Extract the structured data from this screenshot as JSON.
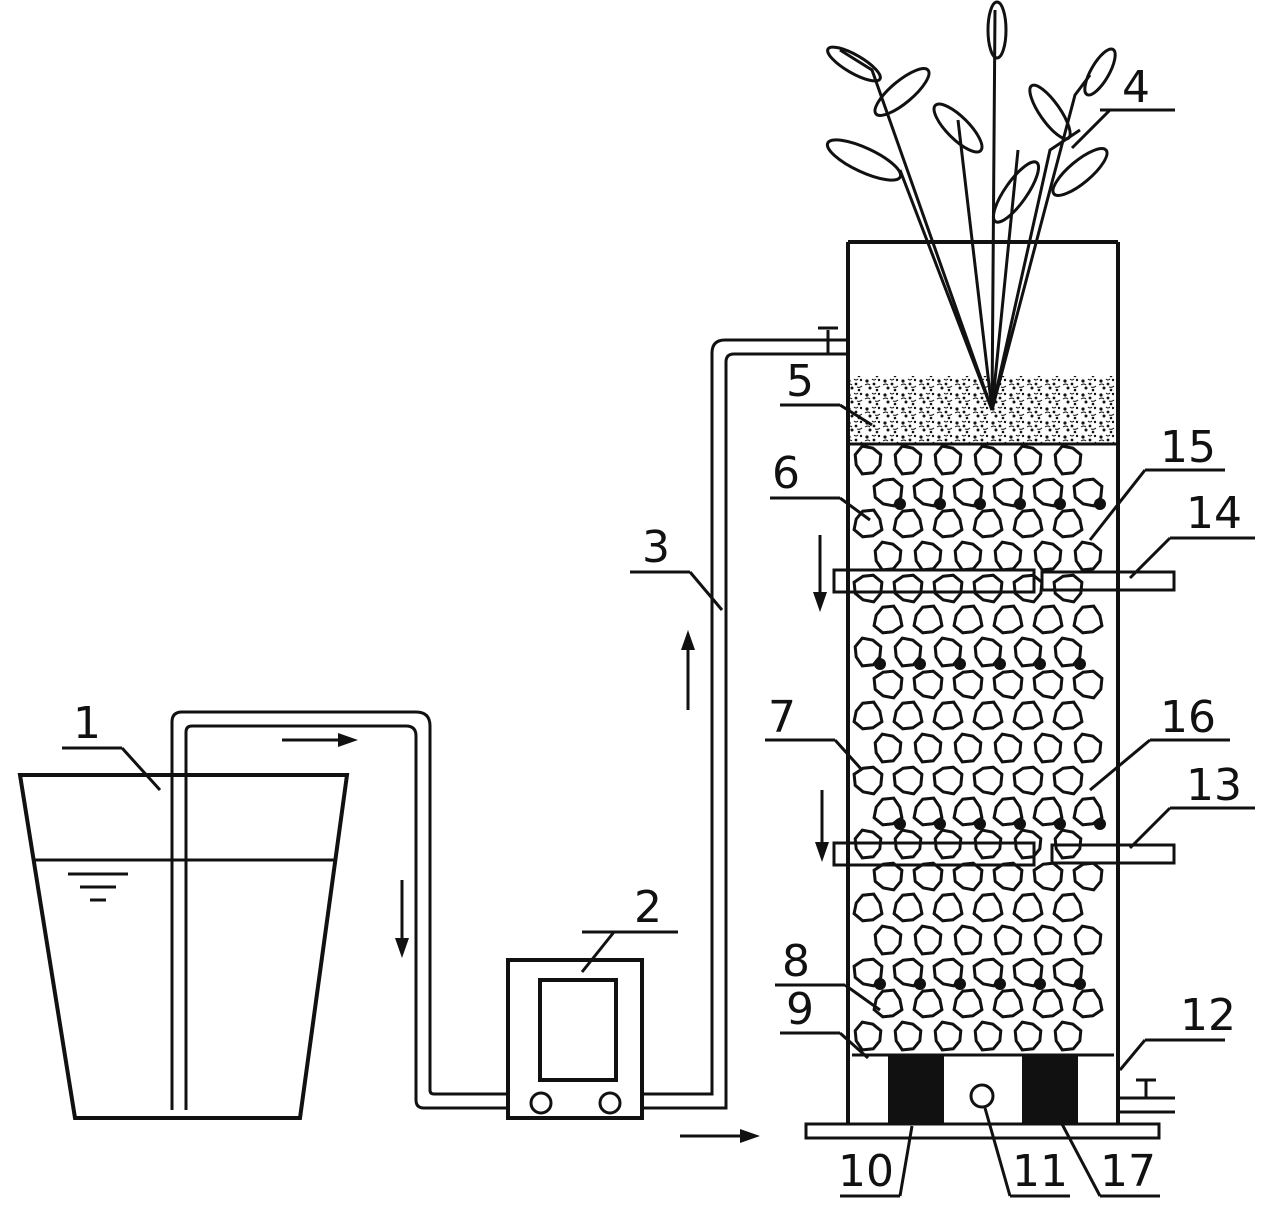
{
  "labels": {
    "l1": "1",
    "l2": "2",
    "l3": "3",
    "l4": "4",
    "l5": "5",
    "l6": "6",
    "l7": "7",
    "l8": "8",
    "l9": "9",
    "l10": "10",
    "l11": "11",
    "l12": "12",
    "l13": "13",
    "l14": "14",
    "l15": "15",
    "l16": "16",
    "l17": "17"
  },
  "colors": {
    "ink": "#111111",
    "paper": "#ffffff"
  }
}
